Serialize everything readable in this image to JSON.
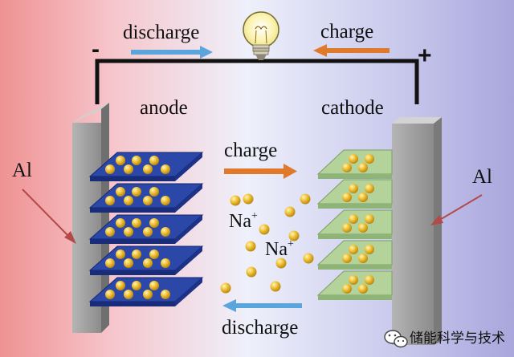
{
  "labels": {
    "discharge_top": "discharge",
    "charge_top": "charge",
    "minus": "-",
    "plus": "+",
    "anode": "anode",
    "cathode": "cathode",
    "charge_mid": "charge",
    "discharge_bottom": "discharge",
    "al_left": "Al",
    "al_right": "Al",
    "na_ion_1": "Na",
    "na_ion_2": "Na",
    "ion_charge": "+"
  },
  "watermark": {
    "text": "储能科学与技术",
    "icon": "wechat-icon"
  },
  "colors": {
    "discharge_arrow": "#5aa6dc",
    "charge_arrow": "#e07a2a",
    "wire": "#111111",
    "anode_layer": "#243d96",
    "cathode_layer": "#a8c88c",
    "collector": "#9a9a9a",
    "ion": "#e6b422",
    "al_arrow": "#b34a4a",
    "bulb_glass": "#fbf6c4"
  }
}
